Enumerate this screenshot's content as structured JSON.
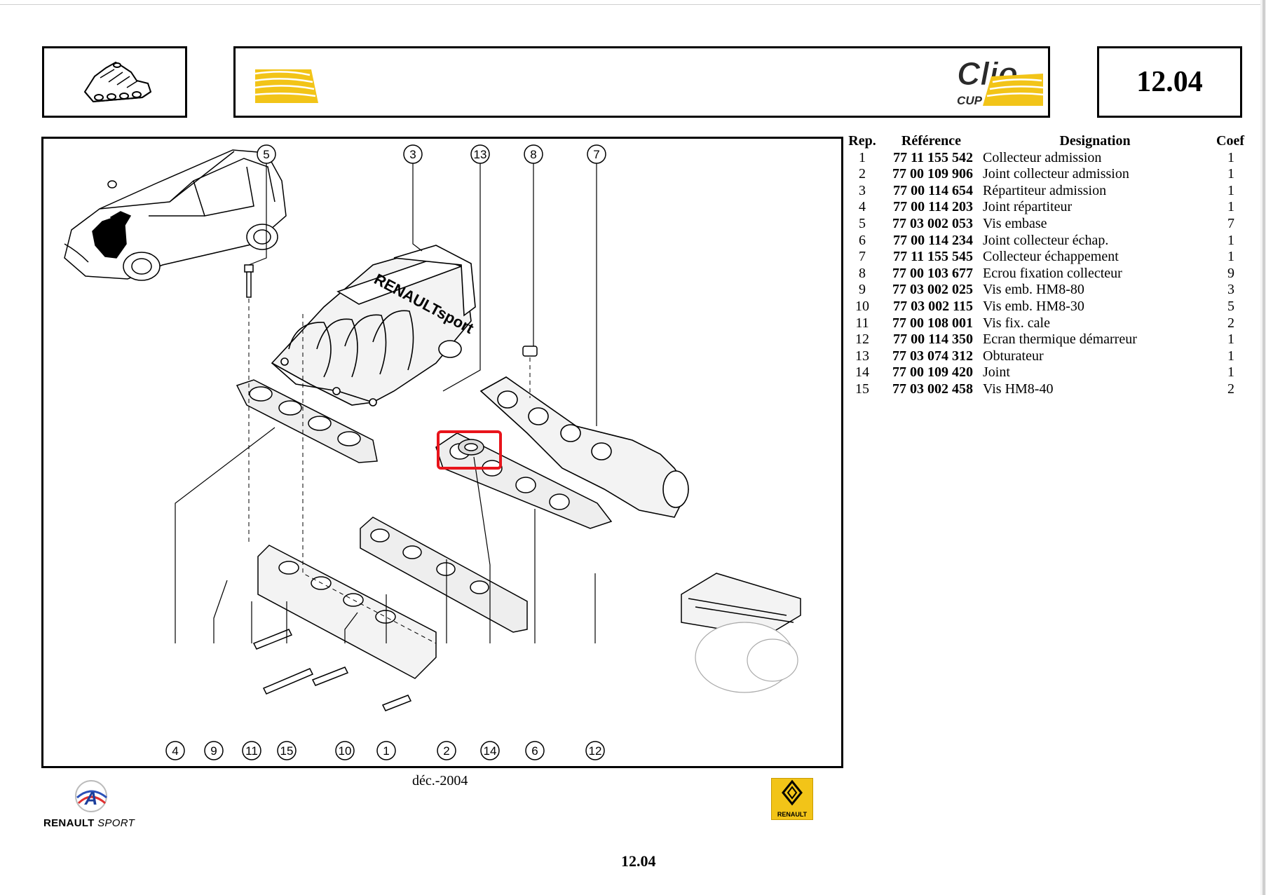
{
  "header": {
    "brand_logo_text": "Clio",
    "brand_logo_sub": "CUP",
    "page_number": "12.04"
  },
  "diagram": {
    "callouts_top": [
      "5",
      "3",
      "13",
      "8",
      "7"
    ],
    "callouts_bottom": [
      "4",
      "9",
      "11",
      "15",
      "10",
      "1",
      "2",
      "14",
      "6",
      "12"
    ],
    "highlight_color": "#e8141b",
    "accent_yellow": "#f2c418"
  },
  "parts_table": {
    "headers": {
      "rep": "Rep.",
      "ref": "Référence",
      "des": "Designation",
      "coef": "Coef"
    },
    "rows": [
      {
        "rep": "1",
        "ref": "77 11 155 542",
        "des": "Collecteur admission",
        "coef": "1"
      },
      {
        "rep": "2",
        "ref": "77 00 109 906",
        "des": "Joint collecteur admission",
        "coef": "1"
      },
      {
        "rep": "3",
        "ref": "77 00 114 654",
        "des": "Répartiteur admission",
        "coef": "1"
      },
      {
        "rep": "4",
        "ref": "77 00 114 203",
        "des": "Joint répartiteur",
        "coef": "1"
      },
      {
        "rep": "5",
        "ref": "77 03 002 053",
        "des": "Vis embase",
        "coef": "7"
      },
      {
        "rep": "6",
        "ref": "77 00 114 234",
        "des": "Joint collecteur échap.",
        "coef": "1"
      },
      {
        "rep": "7",
        "ref": "77 11 155 545",
        "des": "Collecteur échappement",
        "coef": "1"
      },
      {
        "rep": "8",
        "ref": "77 00 103 677",
        "des": "Ecrou fixation collecteur",
        "coef": "9"
      },
      {
        "rep": "9",
        "ref": "77 03 002 025",
        "des": "Vis emb. HM8-80",
        "coef": "3"
      },
      {
        "rep": "10",
        "ref": "77 03 002 115",
        "des": "Vis emb. HM8-30",
        "coef": "5"
      },
      {
        "rep": "11",
        "ref": "77 00 108 001",
        "des": "Vis fix. cale",
        "coef": "2"
      },
      {
        "rep": "12",
        "ref": "77 00 114 350",
        "des": "Ecran thermique démarreur",
        "coef": "1"
      },
      {
        "rep": "13",
        "ref": "77 03 074 312",
        "des": "Obturateur",
        "coef": "1"
      },
      {
        "rep": "14",
        "ref": "77 00 109 420",
        "des": "Joint",
        "coef": "1"
      },
      {
        "rep": "15",
        "ref": "77 03 002 458",
        "des": "Vis HM8-40",
        "coef": "2"
      }
    ]
  },
  "footer": {
    "date": "déc.-2004",
    "alpine_brand": "RENAULT",
    "alpine_brand_sub": "SPORT",
    "renault_badge_text": "RENAULT",
    "page_number": "12.04"
  }
}
